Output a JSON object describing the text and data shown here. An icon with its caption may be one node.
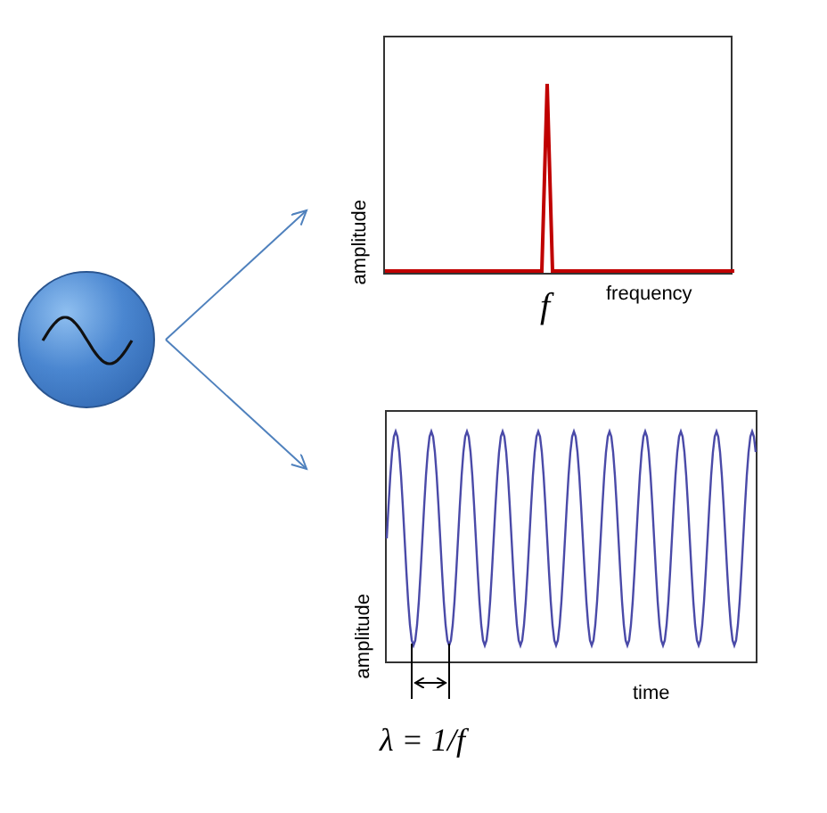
{
  "diagram": {
    "nodes": [
      {
        "text": [],
        "shape": "circle"
      },
      {
        "text": [],
        "shape": "box"
      },
      {
        "text": [],
        "shape": "box"
      }
    ],
    "edges": [
      {
        "from": 0,
        "to": 1,
        "arrow": "to"
      },
      {
        "from": 0,
        "to": 2,
        "arrow": "to"
      }
    ],
    "labels": [
      "amplitude",
      "f",
      "frequency",
      "amplitude",
      "time",
      "λ = 1/f"
    ]
  }
}
